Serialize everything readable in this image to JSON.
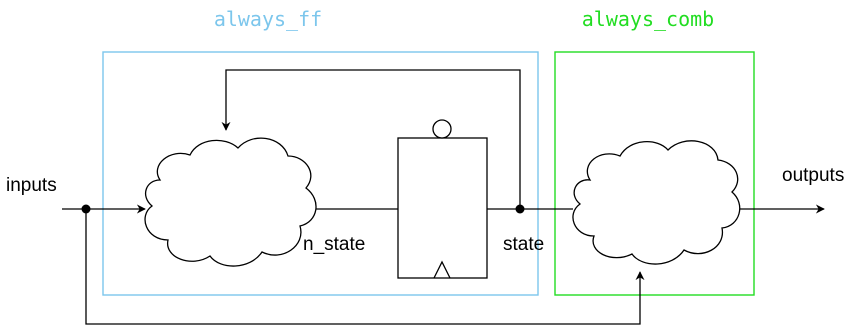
{
  "blocks": {
    "always_ff": {
      "label": "always_ff",
      "color": "#7cc6ec"
    },
    "always_comb": {
      "label": "always_comb",
      "color": "#22dd22"
    }
  },
  "signals": {
    "inputs": "inputs",
    "outputs": "outputs",
    "n_state": "n_state",
    "state": "state"
  },
  "colors": {
    "wire": "#000000",
    "cloud_fill": "#ffffff"
  },
  "icons": {
    "next_state_logic": "cloud-icon",
    "output_logic": "cloud-icon",
    "state_register": "flip-flop-icon",
    "clock": "clock-triangle-icon",
    "reset": "reset-bubble-icon"
  }
}
